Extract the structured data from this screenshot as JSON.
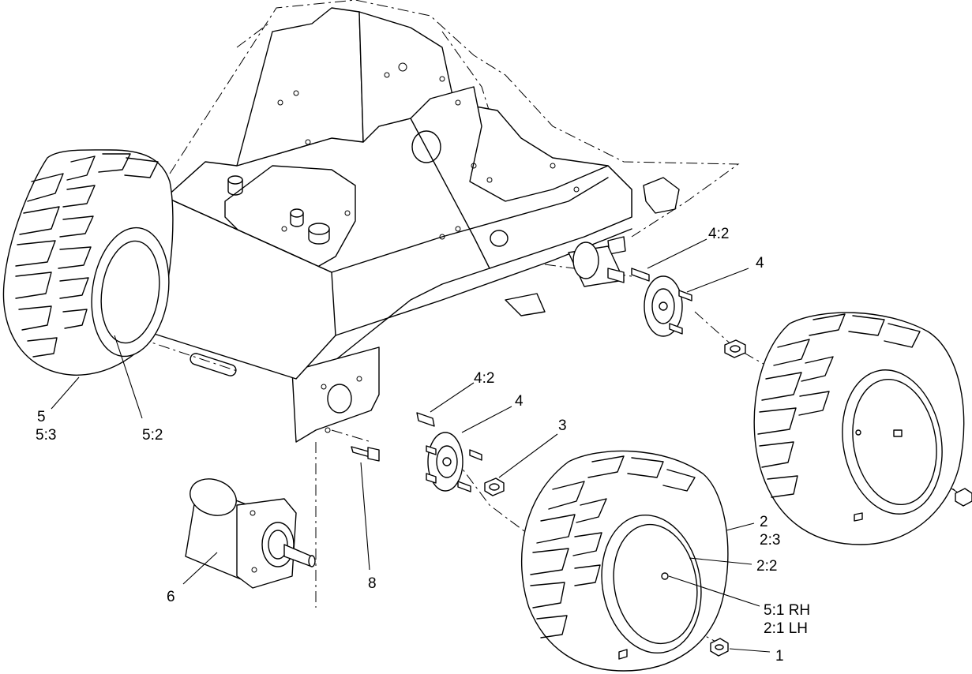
{
  "callouts": {
    "c_4_2_a": "4:2",
    "c_4_a": "4",
    "c_4_2_b": "4:2",
    "c_4_b": "4",
    "c_3": "3",
    "c_5": "5",
    "c_5_3": "5:3",
    "c_5_2": "5:2",
    "c_6": "6",
    "c_8": "8",
    "c_2": "2",
    "c_2_3": "2:3",
    "c_2_2": "2:2",
    "c_5_1_rh": "5:1 RH",
    "c_2_1_lh": "2:1 LH",
    "c_1": "1"
  }
}
